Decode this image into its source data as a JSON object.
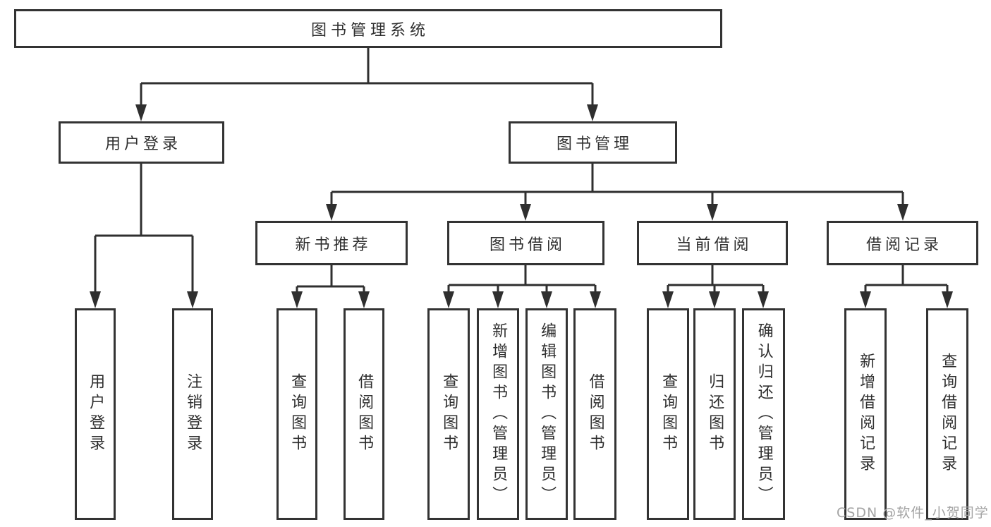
{
  "tree": {
    "label": "图书管理系统",
    "children": [
      {
        "label": "用户登录",
        "children": [
          {
            "label": "用户登录"
          },
          {
            "label": "注销登录"
          }
        ]
      },
      {
        "label": "图书管理",
        "children": [
          {
            "label": "新书推荐",
            "children": [
              {
                "label": "查询图书"
              },
              {
                "label": "借阅图书"
              }
            ]
          },
          {
            "label": "图书借阅",
            "children": [
              {
                "label": "查询图书"
              },
              {
                "label": "新增图书（管理员）"
              },
              {
                "label": "编辑图书（管理员）"
              },
              {
                "label": "借阅图书"
              }
            ]
          },
          {
            "label": "当前借阅",
            "children": [
              {
                "label": "查询图书"
              },
              {
                "label": "归还图书"
              },
              {
                "label": "确认归还（管理员）"
              }
            ]
          },
          {
            "label": "借阅记录",
            "children": [
              {
                "label": "新增借阅记录"
              },
              {
                "label": "查询借阅记录"
              }
            ]
          }
        ]
      }
    ]
  },
  "watermark": {
    "text": "CSDN @软件_小贺同学"
  },
  "colors": {
    "background": "#ffffff",
    "box_border": "#333333",
    "connector": "#2f2f2f",
    "text": "#2f2f2f",
    "watermark": "#a4a4a4"
  }
}
